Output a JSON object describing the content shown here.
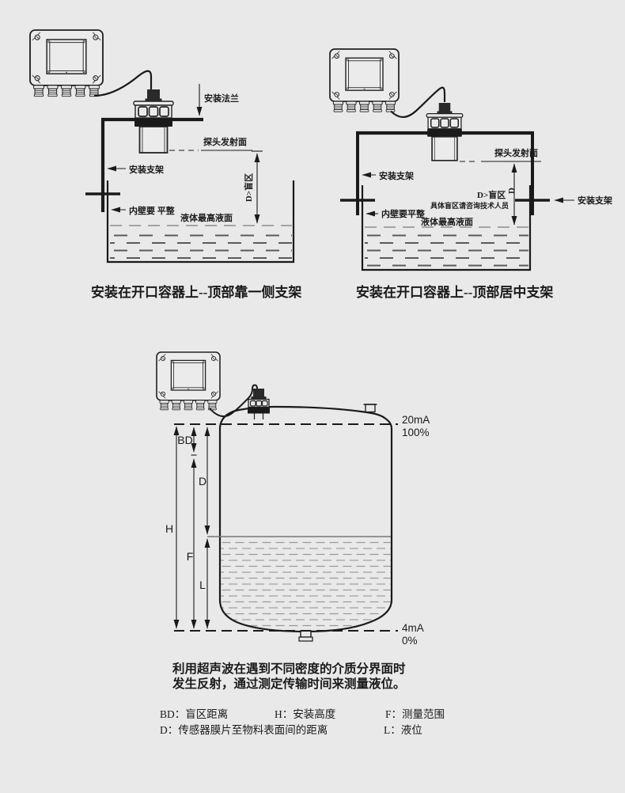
{
  "page": {
    "background": "#e9e9e9",
    "ink": "#1a1a1a"
  },
  "diagram_left": {
    "caption": "安装在开口容器上--顶部靠一侧支架",
    "labels": {
      "flange": "安装法兰",
      "probe_face": "探头发射面",
      "bracket": "安装支架",
      "wall": "内壁要 平整",
      "max_level": "液体最高液面",
      "blind_zone": "D>盲区"
    }
  },
  "diagram_right": {
    "caption": "安装在开口容器上--顶部居中支架",
    "labels": {
      "probe_face": "探头发射面",
      "bracket_left": "安装支架",
      "bracket_right": "安装支架",
      "wall": "内壁要平整",
      "max_level": "液体最高液面",
      "blind_zone": "D>盲区",
      "blind_zone_d": "D",
      "blind_note": "具体盲区请咨询技术人员"
    }
  },
  "diagram_tank": {
    "top_current": "20mA",
    "top_percent": "100%",
    "bottom_current": "4mA",
    "bottom_percent": "0%",
    "dims": {
      "bd": "BD",
      "d": "D",
      "h": "H",
      "f": "F",
      "l": "L"
    }
  },
  "description": {
    "line1": "利用超声波在遇到不同密度的介质分界面时",
    "line2": "发生反射，通过测定传输时间来测量液位。"
  },
  "legend": {
    "items": [
      "BD：盲区距离",
      "H：安装高度",
      "F：测量范围",
      "D：传感器膜片至物料表面间的距离",
      "L：液位"
    ]
  }
}
